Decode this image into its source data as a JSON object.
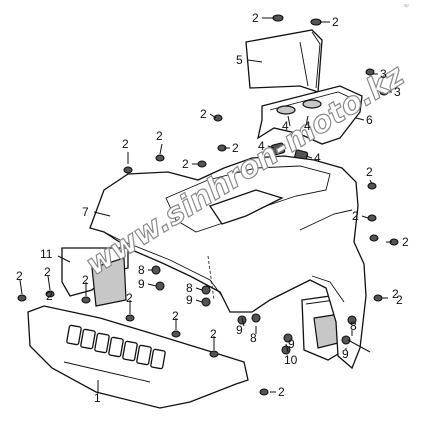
{
  "corner_mark": "ᵃᵖ",
  "watermark": "www.sinhron-moto.kz",
  "callouts": [
    {
      "id": "c1",
      "label": "1"
    },
    {
      "id": "c2a",
      "label": "2"
    },
    {
      "id": "c2b",
      "label": "2"
    },
    {
      "id": "c2c",
      "label": "2"
    },
    {
      "id": "c2d",
      "label": "2"
    },
    {
      "id": "c2e",
      "label": "2"
    },
    {
      "id": "c2f",
      "label": "2"
    },
    {
      "id": "c2g",
      "label": "2"
    },
    {
      "id": "c2h",
      "label": "2"
    },
    {
      "id": "c2i",
      "label": "2"
    },
    {
      "id": "c2j",
      "label": "2"
    },
    {
      "id": "c2k",
      "label": "2"
    },
    {
      "id": "c2l",
      "label": "2"
    },
    {
      "id": "c2m",
      "label": "2"
    },
    {
      "id": "c2n",
      "label": "2"
    },
    {
      "id": "c2o",
      "label": "2"
    },
    {
      "id": "c2p",
      "label": "2"
    },
    {
      "id": "c2q",
      "label": "2"
    },
    {
      "id": "c2r",
      "label": "2"
    },
    {
      "id": "c2s",
      "label": "2"
    },
    {
      "id": "c2t",
      "label": "2"
    },
    {
      "id": "c3a",
      "label": "3"
    },
    {
      "id": "c3b",
      "label": "3"
    },
    {
      "id": "c4a",
      "label": "4"
    },
    {
      "id": "c4b",
      "label": "4"
    },
    {
      "id": "c4c",
      "label": "4"
    },
    {
      "id": "c4d",
      "label": "4"
    },
    {
      "id": "c5",
      "label": "5"
    },
    {
      "id": "c6",
      "label": "6"
    },
    {
      "id": "c7",
      "label": "7"
    },
    {
      "id": "c8a",
      "label": "8"
    },
    {
      "id": "c8b",
      "label": "8"
    },
    {
      "id": "c8c",
      "label": "8"
    },
    {
      "id": "c8d",
      "label": "8"
    },
    {
      "id": "c9a",
      "label": "9"
    },
    {
      "id": "c9b",
      "label": "9"
    },
    {
      "id": "c9c",
      "label": "9"
    },
    {
      "id": "c9d",
      "label": "9"
    },
    {
      "id": "c9e",
      "label": "9"
    },
    {
      "id": "c10",
      "label": "10"
    },
    {
      "id": "c11",
      "label": "11"
    }
  ]
}
